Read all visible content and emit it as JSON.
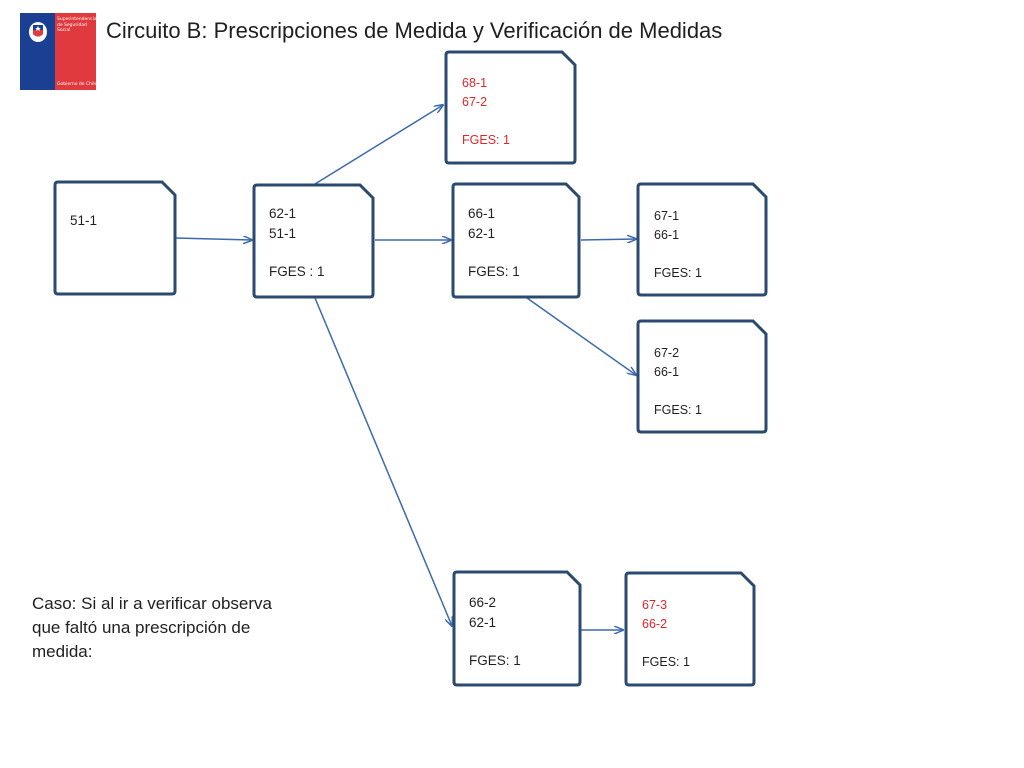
{
  "title": "Circuito B: Prescripciones de Medida y Verificación de Medidas",
  "logo": {
    "name_lines": "Superintendencia\nde Seguridad\nSocial",
    "footer": "Gobierno de Chile"
  },
  "note": "Caso: Si al ir a verificar observa que faltó una prescripción de medida:",
  "colors": {
    "box_stroke": "#2b4a6f",
    "arrow": "#3a6aad",
    "highlight": "#e0262b"
  },
  "boxes": [
    {
      "id": "b511",
      "lines": [
        "51-1"
      ]
    },
    {
      "id": "b621",
      "lines": [
        "62-1",
        "51-1",
        "",
        "FGES : 1"
      ]
    },
    {
      "id": "b681",
      "lines": [
        "68-1",
        "67-2",
        "",
        "FGES: 1"
      ],
      "highlight": true
    },
    {
      "id": "b661",
      "lines": [
        "66-1",
        "62-1",
        "",
        "FGES: 1"
      ]
    },
    {
      "id": "b671",
      "lines": [
        "67-1",
        "66-1",
        "",
        "FGES: 1"
      ]
    },
    {
      "id": "b672",
      "lines": [
        "67-2",
        "66-1",
        "",
        "FGES: 1"
      ]
    },
    {
      "id": "b662",
      "lines": [
        "66-2",
        "62-1",
        "",
        "FGES: 1"
      ]
    },
    {
      "id": "b673",
      "lines": [
        "67-3",
        "66-2",
        "",
        "FGES: 1"
      ],
      "highlight_rows": [
        0,
        1
      ]
    }
  ],
  "edges": [
    {
      "from": "b511",
      "to": "b621"
    },
    {
      "from": "b621",
      "to": "b681"
    },
    {
      "from": "b621",
      "to": "b661"
    },
    {
      "from": "b621",
      "to": "b662"
    },
    {
      "from": "b661",
      "to": "b671"
    },
    {
      "from": "b661",
      "to": "b672"
    },
    {
      "from": "b662",
      "to": "b673"
    }
  ]
}
